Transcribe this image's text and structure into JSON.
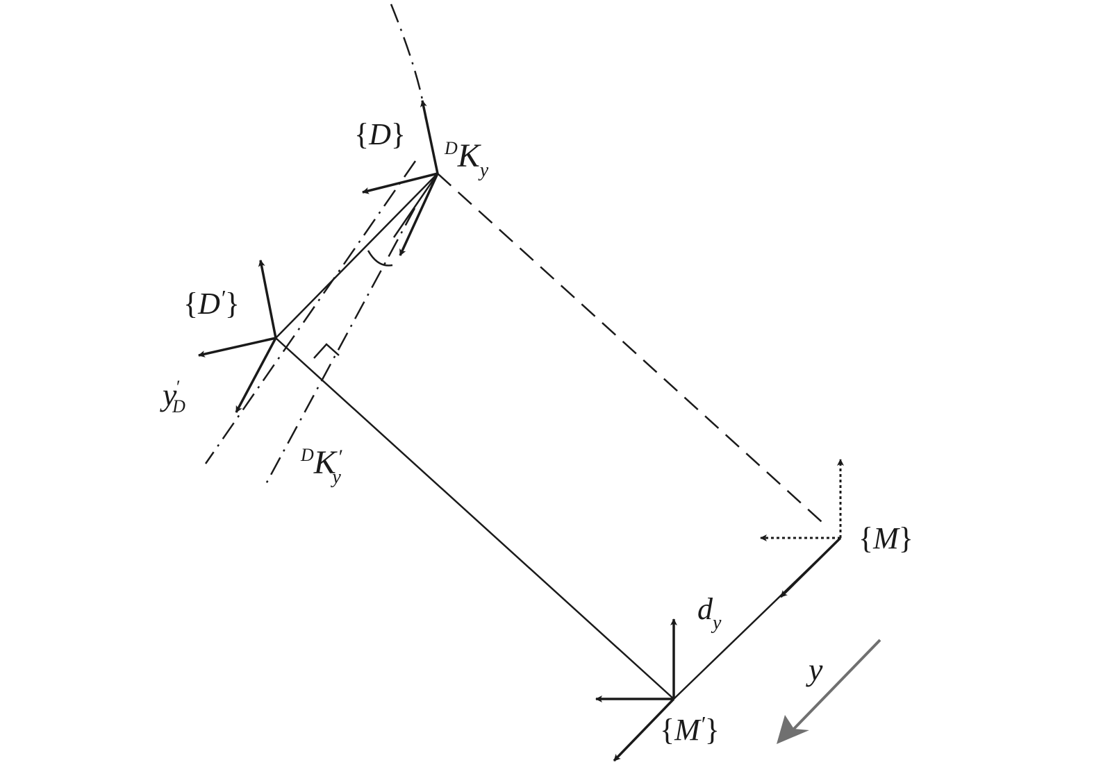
{
  "frames": {
    "D": {
      "open": "{",
      "sym": "D",
      "close": "}"
    },
    "D_prime": {
      "open": "{",
      "sym": "D",
      "prime": "′",
      "close": "}"
    },
    "M": {
      "open": "{",
      "sym": "M",
      "close": "}"
    },
    "M_prime": {
      "open": "{",
      "sym": "M",
      "prime": "′",
      "close": "}"
    }
  },
  "vectors": {
    "DKy": {
      "sup": "D",
      "sym": "K",
      "sub": "y"
    },
    "DKy_prime": {
      "sup": "D",
      "sym": "K",
      "sub": "y",
      "prime": "′"
    },
    "yD_prime": {
      "sym": "y",
      "sub": "D",
      "prime": "′"
    },
    "dy": {
      "sym": "d",
      "sub": "y"
    },
    "y": {
      "sym": "y"
    }
  },
  "colors": {
    "ink": "#1a1a1a",
    "axis_arrow": "#707070"
  }
}
